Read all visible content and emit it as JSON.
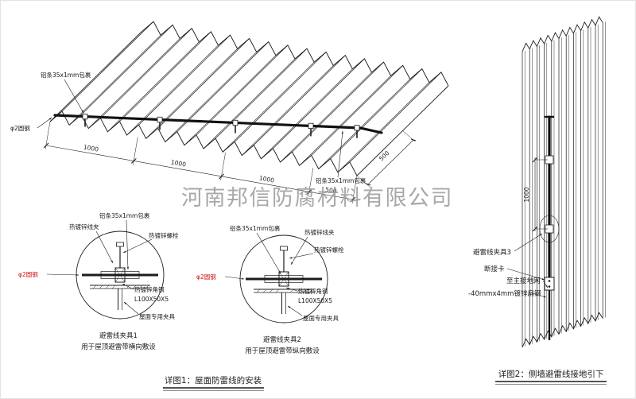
{
  "watermark": "河南邦信防腐材料有限公司",
  "roof": {
    "label_al_strip_top": "铝条35x1mm包裹",
    "label_round_steel": "φ2圆钢",
    "label_al_strip_right": "铝条35x1mm包裹",
    "dim_1": "1000",
    "dim_2": "1000",
    "dim_3": "1000",
    "dim_4": "500",
    "dim_right": "500"
  },
  "detail1": {
    "label_clamp": "热镀锌线夹",
    "label_al_strip": "铝条35x1mm包裹",
    "label_bolt": "热镀锌螺栓",
    "label_round_steel": "φ2圆钢",
    "label_angle": "热镀锌角钢",
    "label_angle_spec": "L100X50X5",
    "label_roof_clamp": "屋面专用夹具",
    "title": "避雷线夹具1",
    "subtitle": "用于屋顶避雷带横向敷设"
  },
  "detail2": {
    "label_al_strip": "铝条35x1mm包裹",
    "label_clamp": "热镀锌线夹",
    "label_bolt": "热镀锌螺栓",
    "label_round_steel": "φ2圆钢",
    "label_angle": "热镀锌角钢",
    "label_angle_spec": "L100X50X5",
    "label_roof_clamp": "屋面专用夹具",
    "title": "避雷线夹具2",
    "subtitle": "用于屋顶避雷带纵向敷设"
  },
  "wall": {
    "dim": "1000",
    "label_clamp3": "避雷线夹具3",
    "label_disconnect": "断接卡",
    "label_to_ground": "至主接地网",
    "label_flat_steel": "-40mmx4mm镀锌扁钢"
  },
  "captions": {
    "detail1": "详图1：屋面防雷线的安装",
    "detail2": "详图2：侧墙避雷线接地引下"
  },
  "colors": {
    "line": "#1c1c1c",
    "red": "#cc1111",
    "watermark": "#9a9a9a"
  }
}
